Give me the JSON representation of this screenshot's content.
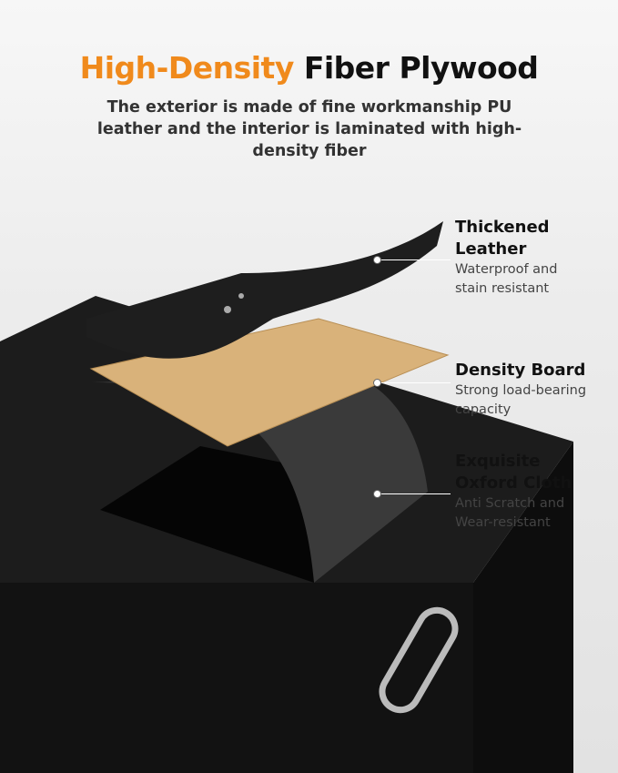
{
  "header": {
    "title_highlight": "High-Density",
    "title_rest": "Fiber Plywood",
    "subtitle": "The exterior is made of fine workmanship PU leather and the interior is laminated with high-density fiber"
  },
  "colors": {
    "accent": "#f08a1c",
    "box": "#151515",
    "board": "#d9b27a"
  },
  "features": [
    {
      "title": "Thickened Leather",
      "desc": "Waterproof and stain resistant"
    },
    {
      "title": "Density Board",
      "desc": "Strong load-bearing capacity"
    },
    {
      "title": "Exquisite Oxford Cloth",
      "desc": "Anti Scratch and Wear-resistant"
    }
  ]
}
